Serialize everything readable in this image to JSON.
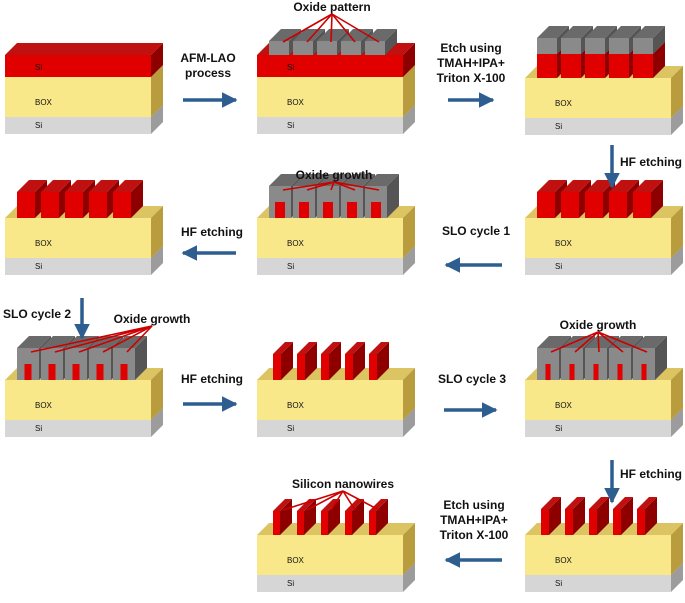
{
  "colors": {
    "si_red": "#e00000",
    "si_red_top": "#c01010",
    "si_red_side": "#8e0000",
    "oxide_grey": "#8a8a8a",
    "oxide_grey_top": "#6a6a6a",
    "oxide_grey_side": "#555555",
    "box_yellow": "#f8e88a",
    "box_yellow_top": "#dcc462",
    "box_yellow_side": "#b89c3e",
    "substrate_grey": "#d6d6d6",
    "substrate_grey_top": "#bdbdbd",
    "substrate_grey_side": "#9c9c9c",
    "arrow_blue": "#2e5e8f",
    "pointer_red": "#cc0000"
  },
  "layers": {
    "si": "Si",
    "box": "BOX"
  },
  "steps": {
    "afm_lao_1": "AFM-LAO",
    "afm_lao_2": "process",
    "etch_a_1": "Etch using",
    "etch_a_2": "TMAH+IPA+",
    "etch_a_3": "Triton X-100",
    "hf_1": "HF etching",
    "slo1": "SLO cycle 1",
    "hf_2": "HF etching",
    "slo2": "SLO cycle 2",
    "hf_3": "HF etching",
    "slo3": "SLO cycle 3",
    "hf_4": "HF etching",
    "etch_b_1": "Etch using",
    "etch_b_2": "TMAH+IPA+",
    "etch_b_3": "Triton X-100"
  },
  "annotations": {
    "oxide_pattern": "Oxide pattern",
    "oxide_growth_1": "Oxide growth",
    "oxide_growth_2": "Oxide growth",
    "oxide_growth_3": "Oxide growth",
    "silicon_nanowires": "Silicon nanowires"
  }
}
